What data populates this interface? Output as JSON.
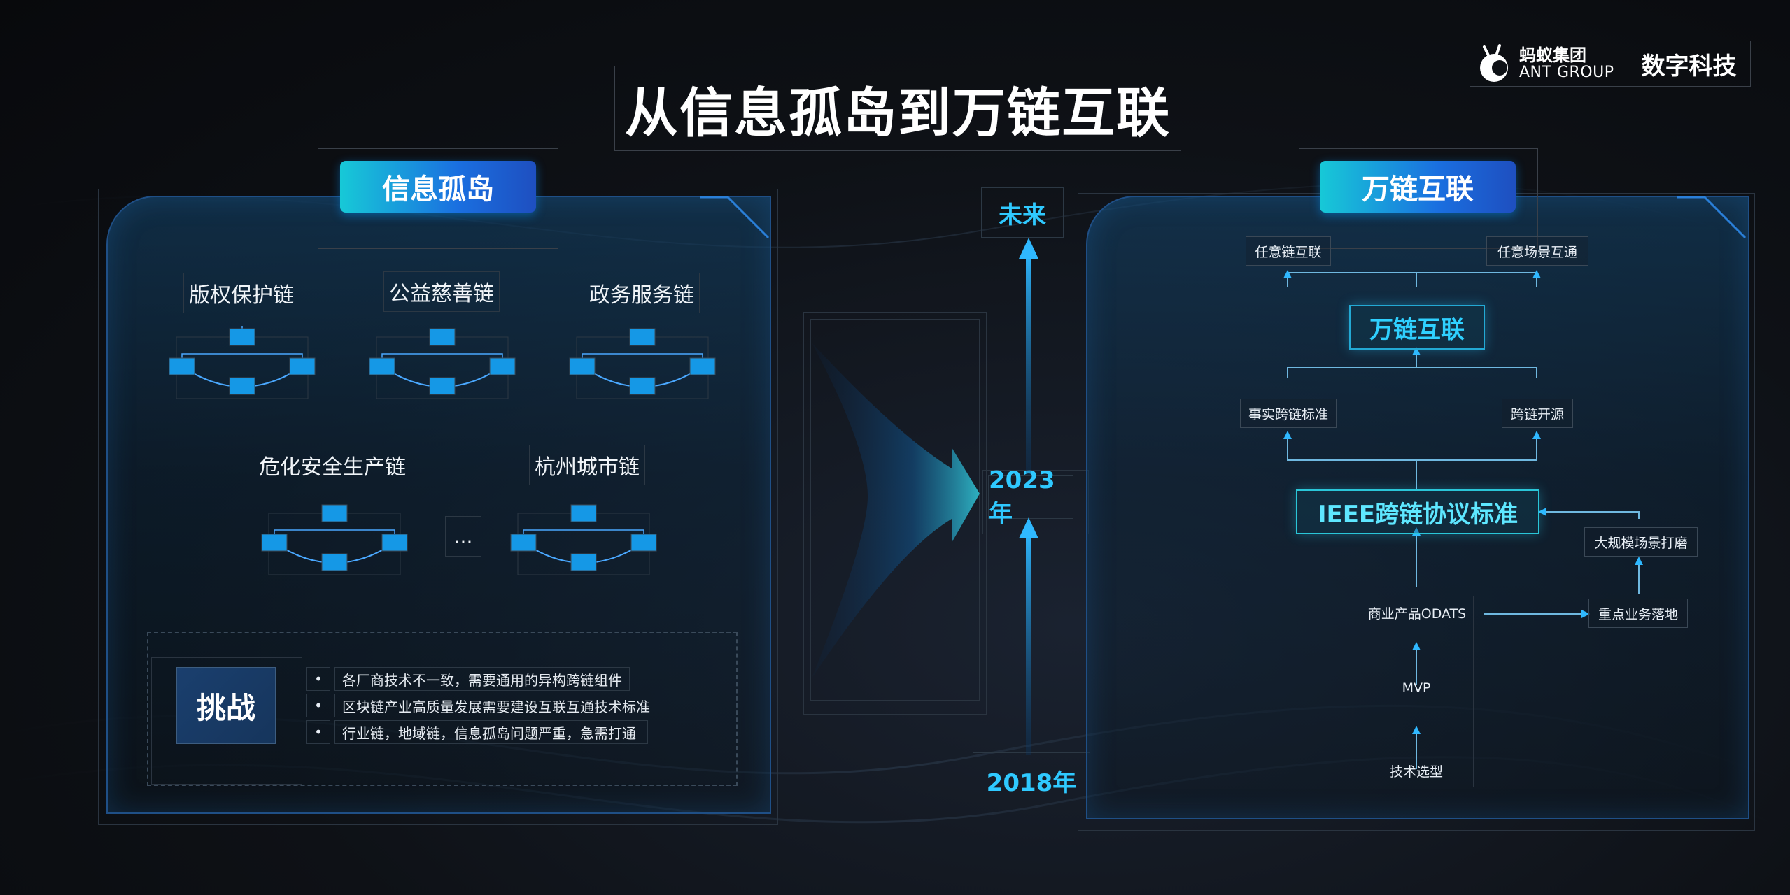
{
  "logo": {
    "cn": "蚂蚁集团",
    "en": "ANT GROUP",
    "division": "数字科技"
  },
  "title": "从信息孤岛到万链互联",
  "left_panel": {
    "tab": "信息孤岛",
    "chains": [
      "版权保护链",
      "公益慈善链",
      "政务服务链",
      "危化安全生产链",
      "杭州城市链"
    ],
    "ellipsis": "...",
    "challenge": {
      "label": "挑战",
      "bullet": "•",
      "items": [
        "各厂商技术不一致，需要通用的异构跨链组件",
        "区块链产业高质量发展需要建设互联互通技术标准",
        "行业链，地域链，信息孤岛问题严重，急需打通"
      ]
    }
  },
  "timeline": {
    "future": "未来",
    "mid": "2023年",
    "start": "2018年"
  },
  "right_panel": {
    "tab": "万链互联",
    "any_chain": "任意链互联",
    "any_scene": "任意场景互通",
    "core": "万链互联",
    "fact_standard": "事实跨链标准",
    "open_source": "跨链开源",
    "ieee": "IEEE跨链协议标准",
    "large_scale": "大规模场景打磨",
    "product": "商业产品ODATS",
    "key_business": "重点业务落地",
    "mvp": "MVP",
    "tech_selection": "技术选型"
  },
  "colors": {
    "accent": "#2fc9ff",
    "panel_border": "#1f4f86",
    "tab_start": "#17c9d7",
    "tab_end": "#1e4fc0"
  }
}
